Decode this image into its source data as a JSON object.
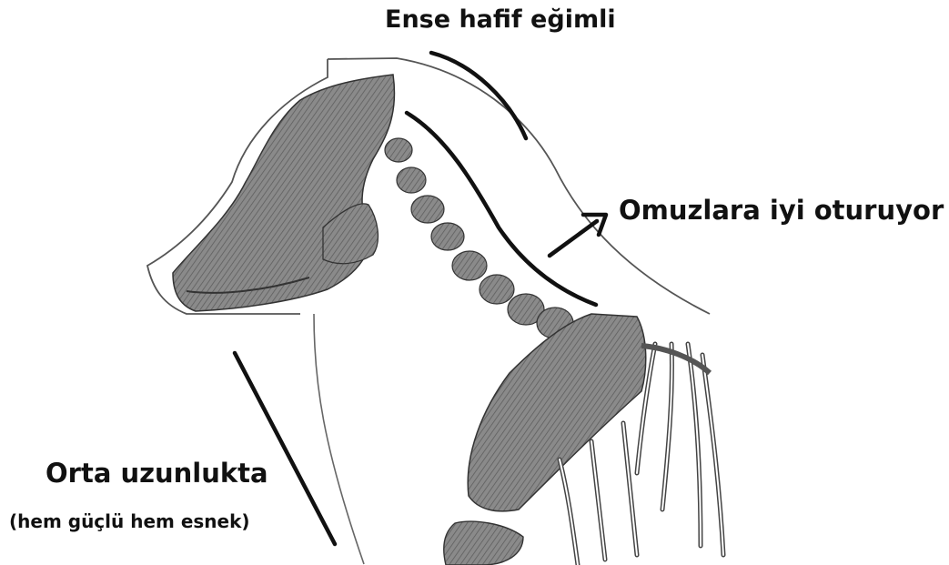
{
  "annotations": {
    "nape": "Ense hafif eğimli",
    "shoulder_fit": "Omuzlara iyi oturuyor",
    "neck_length": "Orta uzunlukta",
    "neck_length_detail": "(hem güçlü hem esnek)"
  },
  "colors": {
    "ink": "#111111",
    "outline": "#555555",
    "bone_fill": "#7d7d7d",
    "bone_shade": "#5a5a5a",
    "background": "#ffffff"
  }
}
